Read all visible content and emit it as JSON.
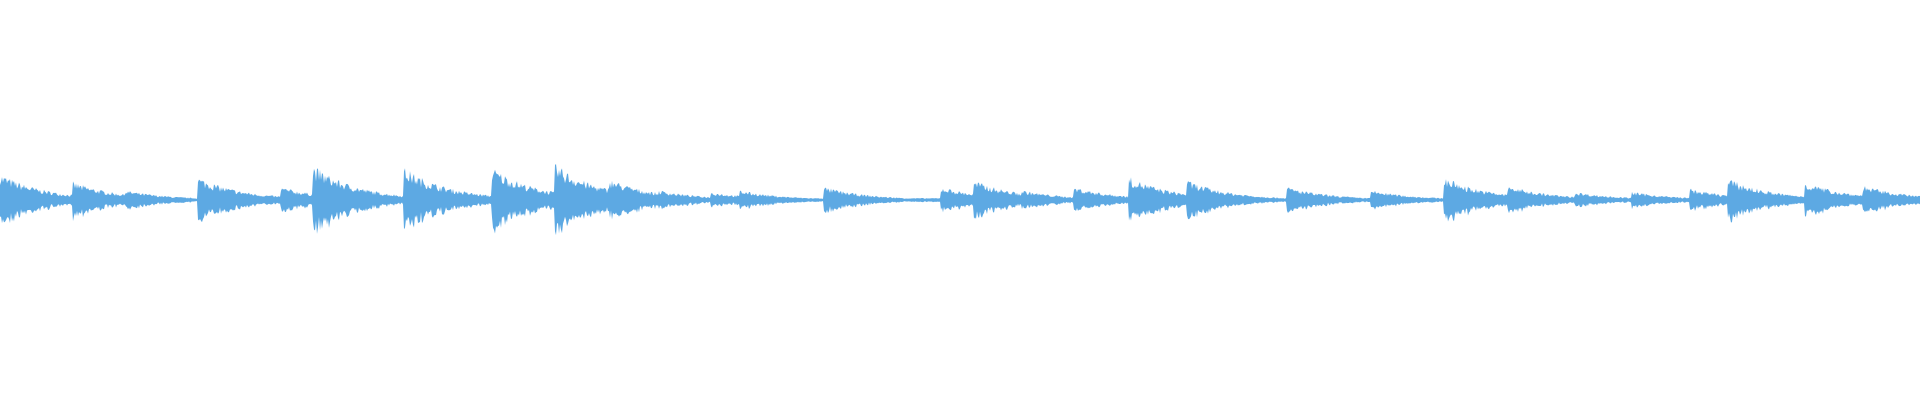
{
  "waveform": {
    "color": "#5DA9E3",
    "background": "#FFFFFF",
    "onset_fractions": [
      0.0,
      0.038,
      0.065,
      0.103,
      0.146,
      0.163,
      0.21,
      0.256,
      0.289,
      0.317,
      0.343,
      0.37,
      0.385,
      0.429,
      0.49,
      0.507,
      0.532,
      0.559,
      0.588,
      0.618,
      0.67,
      0.714,
      0.752,
      0.785,
      0.82,
      0.85,
      0.88,
      0.9,
      0.94,
      0.97
    ],
    "onset_amplitudes": [
      0.16,
      0.11,
      0.06,
      0.14,
      0.08,
      0.21,
      0.2,
      0.2,
      0.22,
      0.13,
      0.06,
      0.05,
      0.06,
      0.08,
      0.08,
      0.12,
      0.06,
      0.08,
      0.14,
      0.12,
      0.08,
      0.06,
      0.14,
      0.09,
      0.05,
      0.05,
      0.07,
      0.13,
      0.11,
      0.09
    ]
  }
}
